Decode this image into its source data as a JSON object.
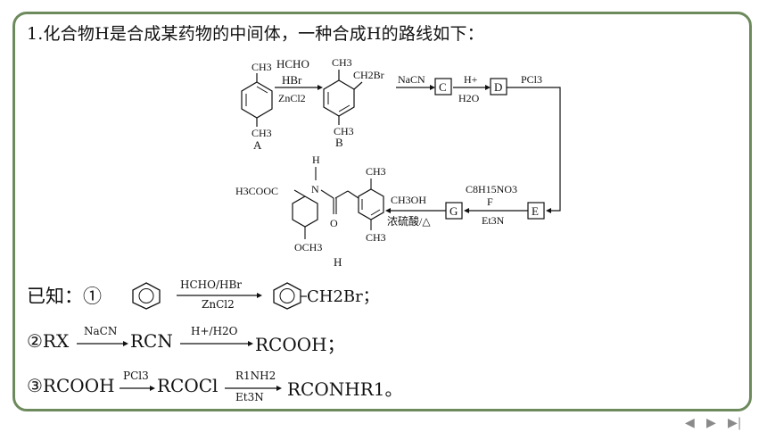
{
  "question": {
    "title": "1.化合物H是合成某药物的中间体，一种合成H的路线如下："
  },
  "scheme": {
    "A": {
      "top": "CH3",
      "bottom": "CH3",
      "label": "A"
    },
    "reagents_ab": [
      "HCHO",
      "HBr",
      "ZnCl2"
    ],
    "B": {
      "top": "CH3",
      "side": "CH2Br",
      "bottom": "CH3",
      "label": "B"
    },
    "nacn": "NaCN",
    "C": "C",
    "hplus": "H+",
    "h2o": "H2O",
    "D": "D",
    "pcl3": "PCl3",
    "E": "E",
    "F_formula": "C8H15NO3",
    "F_label": "F",
    "et3n": "Et3N",
    "G": "G",
    "ch3oh": "CH3OH",
    "cond_acid": "浓硫酸/△",
    "H_struct": {
      "nh": "H",
      "ester": "H3COOC",
      "n": "N",
      "o": "O",
      "ome": "OCH3",
      "ch3_top": "CH3",
      "ch3_bottom": "CH3",
      "label": "H"
    }
  },
  "known": {
    "label": "已知：①",
    "r1_reagent_top": "HCHO/HBr",
    "r1_reagent_bottom": "ZnCl2",
    "r1_product_group": "CH2Br；",
    "r2_reactant": "②RX",
    "r2_reagent": "NaCN",
    "r2_middle": "RCN",
    "r2_reagent2": "H+/H2O",
    "r2_product": "RCOOH；",
    "r3_reactant": "③RCOOH",
    "r3_reagent": "PCl3",
    "r3_middle": "RCOCl",
    "r3_reagent2_top": "R1NH2",
    "r3_reagent2_bottom": "Et3N",
    "r3_product": "RCONHR1。"
  },
  "nav": {
    "prev": "◀",
    "next": "▶",
    "last": "▶|"
  }
}
